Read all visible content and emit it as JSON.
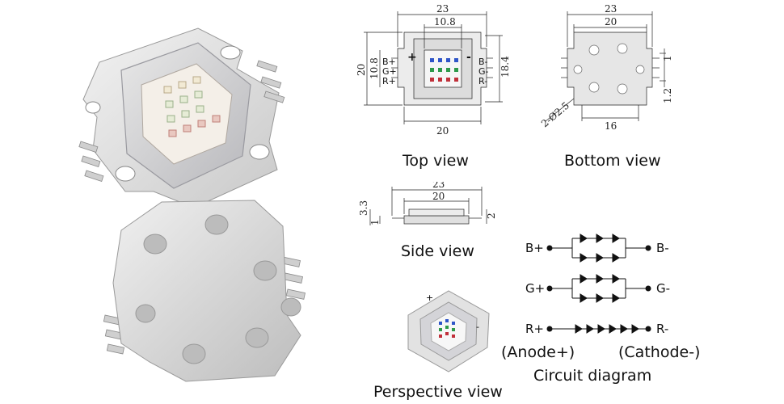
{
  "views": {
    "top": "Top view",
    "bottom": "Bottom view",
    "side": "Side view",
    "perspective": "Perspective view",
    "circuit": "Circuit diagram"
  },
  "top_dims": {
    "width_outer": "23",
    "width_inner": "10.8",
    "width_bottom": "20",
    "height_left": "20",
    "height_inner": "10.8",
    "height_right": "18.4"
  },
  "bottom_dims": {
    "width_outer": "23",
    "width_inner": "20",
    "width_bottom": "16",
    "right_upper": "1",
    "right_lower": "1.2",
    "hole": "2-Ø2.5"
  },
  "side_dims": {
    "width_outer": "23",
    "width_inner": "20",
    "left": "3.3",
    "left_small": "1",
    "right": "2"
  },
  "pin_labels": {
    "b_plus": "B+",
    "g_plus": "G+",
    "r_plus": "R+",
    "b_minus": "B-",
    "g_minus": "G-",
    "r_minus": "R-",
    "plus": "+",
    "minus": "-"
  },
  "circuit": {
    "anode": "(Anode+)",
    "cathode": "(Cathode-)"
  },
  "colors": {
    "red_led": "#c0303a",
    "green_led": "#2e9a4a",
    "blue_led": "#2f55c8"
  }
}
